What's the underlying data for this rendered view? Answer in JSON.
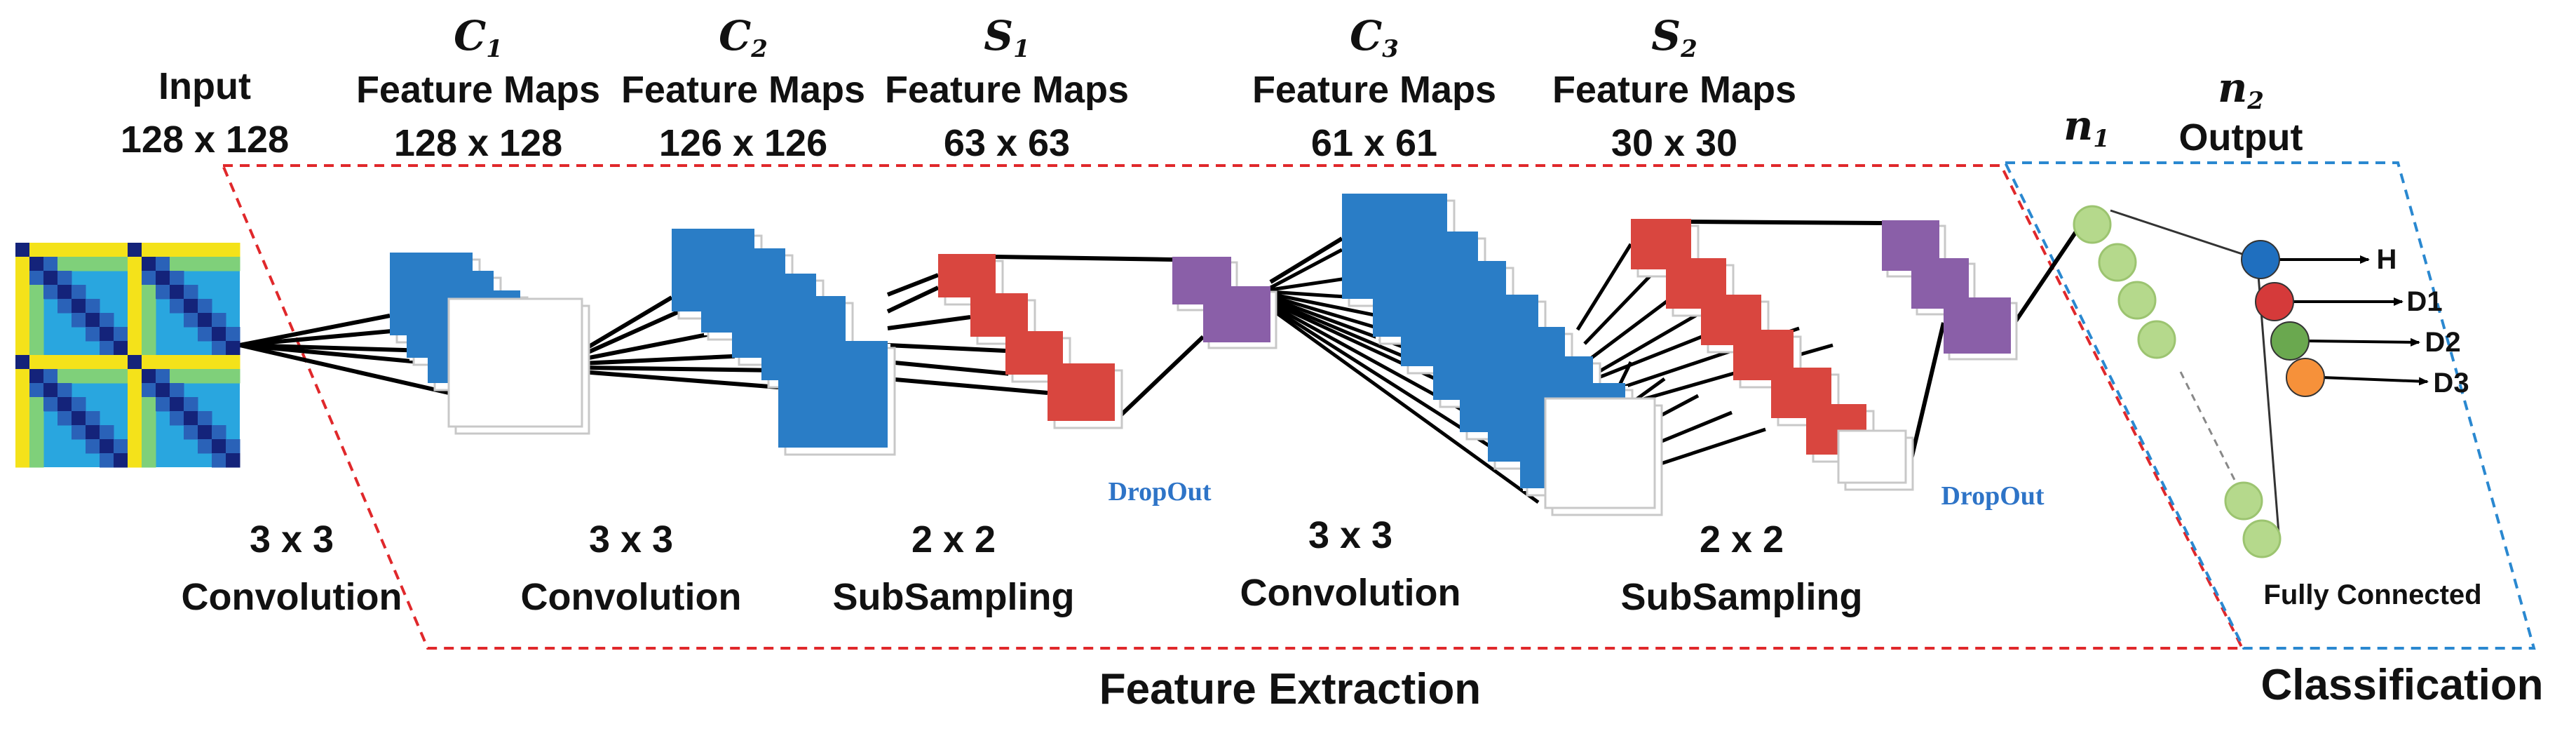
{
  "headers": {
    "input": {
      "line1": "Input",
      "size": "128 x 128"
    },
    "c1": {
      "symbol": "C",
      "sub": "1",
      "line1": "Feature Maps",
      "size": "128 x 128"
    },
    "c2": {
      "symbol": "C",
      "sub": "2",
      "line1": "Feature Maps",
      "size": "126 x 126"
    },
    "s1": {
      "symbol": "S",
      "sub": "1",
      "line1": "Feature Maps",
      "size": "63 x 63"
    },
    "c3": {
      "symbol": "C",
      "sub": "3",
      "line1": "Feature Maps",
      "size": "61 x 61"
    },
    "s2": {
      "symbol": "S",
      "sub": "2",
      "line1": "Feature Maps",
      "size": "30 x 30"
    },
    "n1": {
      "symbol": "n",
      "sub": "1"
    },
    "n2": {
      "symbol": "n",
      "sub": "2",
      "line1": "Output"
    }
  },
  "operations": {
    "op1": {
      "kernel": "3 x 3",
      "name": "Convolution"
    },
    "op2": {
      "kernel": "3 x 3",
      "name": "Convolution"
    },
    "op3": {
      "kernel": "2 x 2",
      "name": "SubSampling"
    },
    "op4": {
      "kernel": "3 x 3",
      "name": "Convolution"
    },
    "op5": {
      "kernel": "2 x 2",
      "name": "SubSampling"
    }
  },
  "dropout": {
    "first": "DropOut",
    "second": "DropOut"
  },
  "fully_connected": "Fully Connected",
  "outputs": [
    "H",
    "D1",
    "D2",
    "D3"
  ],
  "sections": {
    "feature_extraction": "Feature Extraction",
    "classification": "Classification"
  },
  "colors": {
    "blue_map": "#2a7dc6",
    "red_map": "#d9463f",
    "purple_map": "#8a5fa8",
    "green_node": "#b5d98c",
    "output_H": "#1f6fbf",
    "output_D1": "#d53a3a",
    "output_D2": "#6aa84f",
    "output_D3": "#f6913a",
    "feature_box": "#e0282b",
    "class_box": "#2a88d0"
  }
}
